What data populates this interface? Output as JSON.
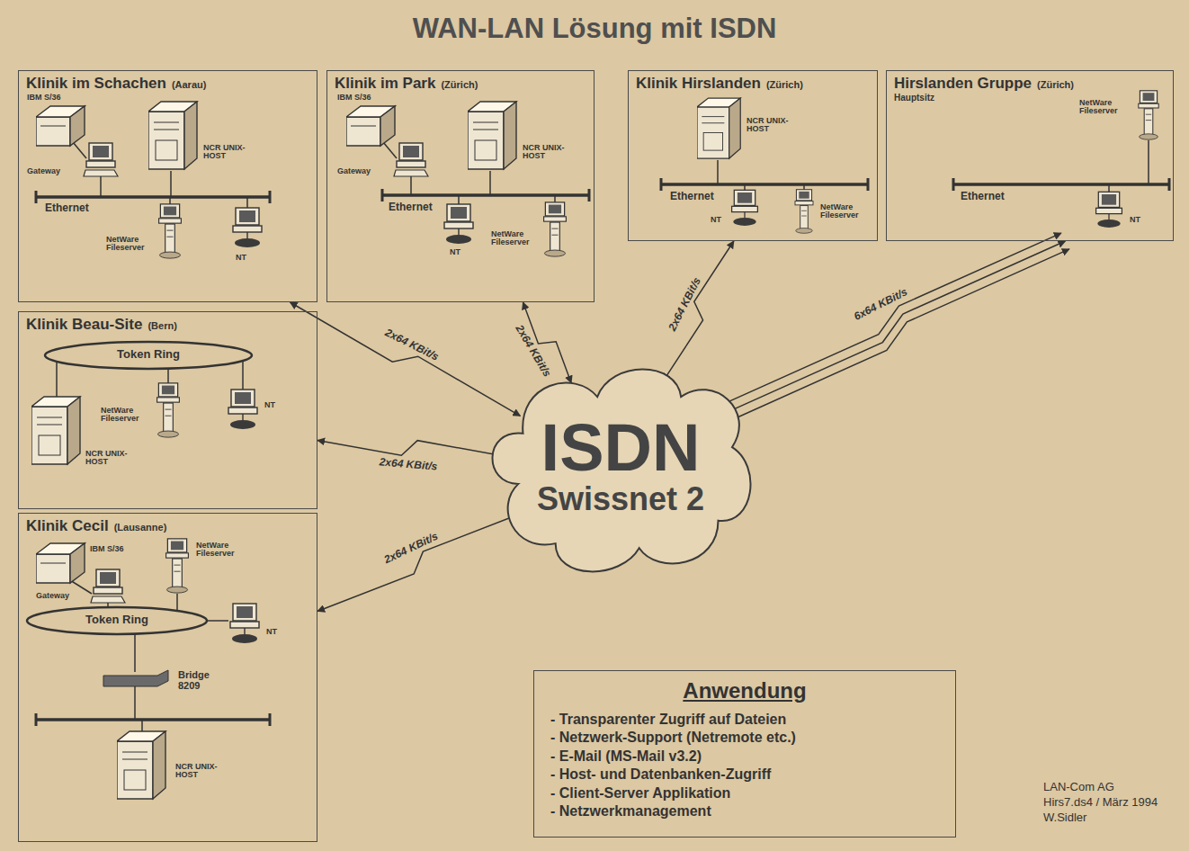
{
  "diagram": {
    "title": "WAN-LAN Lösung mit ISDN",
    "nodes": [
      {
        "text": [
          "Klinik im Schachen",
          "(Aarau)"
        ]
      },
      {
        "text": [
          "Klinik im Park",
          "(Zürich)"
        ]
      },
      {
        "text": [
          "Klinik Hirslanden",
          "(Zürich)"
        ]
      },
      {
        "text": [
          "Hirslanden Gruppe",
          "(Zürich)",
          "Hauptsitz"
        ]
      },
      {
        "text": [
          "Klinik Beau-Site",
          "(Bern)"
        ]
      },
      {
        "text": [
          "Klinik Cecil",
          "(Lausanne)"
        ]
      },
      {
        "text": [
          "ISDN",
          "Swissnet 2"
        ]
      },
      {
        "text": [
          "Anwendung",
          "- Transparenter Zugriff auf Dateien",
          "- Netzwerk-Support (Netremote etc.)",
          "- E-Mail (MS-Mail v3.2)",
          "- Host- und Datenbanken-Zugriff",
          "- Client-Server Applikation",
          "- Netzwerkmanagement"
        ]
      }
    ],
    "edges": [
      {
        "from": 0,
        "to": 6,
        "label": "2x64 KBit/s",
        "arrow": "both"
      },
      {
        "from": 1,
        "to": 6,
        "label": "2x64 KBit/s",
        "arrow": "both"
      },
      {
        "from": 2,
        "to": 6,
        "label": "2x64 KBit/s",
        "arrow": "both"
      },
      {
        "from": 3,
        "to": 6,
        "label": "6x64 KBit/s",
        "arrow": "both"
      },
      {
        "from": 4,
        "to": 6,
        "label": "2x64 KBit/s",
        "arrow": "both"
      },
      {
        "from": 5,
        "to": 6,
        "label": "2x64 KBit/s",
        "arrow": "both"
      }
    ],
    "labels": [
      "IBM S/36",
      "Gateway",
      "NCR UNIX-HOST",
      "Ethernet",
      "NetWare Fileserver",
      "NT",
      "IBM S/36",
      "Gateway",
      "NCR UNIX-HOST",
      "Ethernet",
      "NetWare Fileserver",
      "NT",
      "NCR UNIX-HOST",
      "Ethernet",
      "NT",
      "NetWare Fileserver",
      "NetWare Fileserver",
      "Ethernet",
      "NT",
      "Token Ring",
      "NetWare Fileserver",
      "NT",
      "NCR UNIX-HOST",
      "IBM S/36",
      "NetWare Fileserver",
      "Gateway",
      "Token Ring",
      "NT",
      "Bridge 8209",
      "NCR UNIX-HOST",
      "LAN-Com AG",
      "Hirs7.ds4 / März 1994",
      "W.Sidler"
    ]
  }
}
